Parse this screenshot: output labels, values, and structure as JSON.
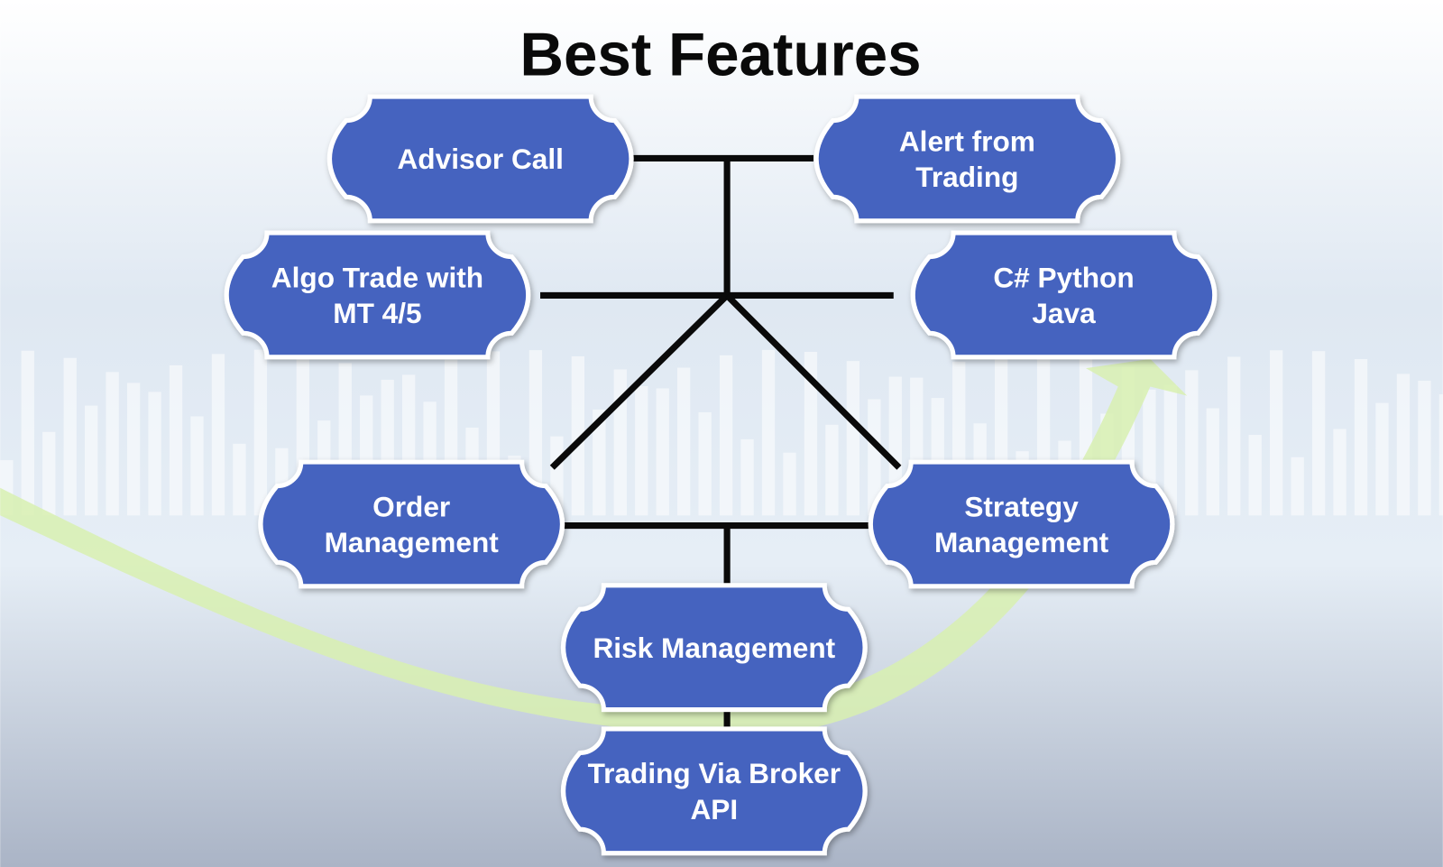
{
  "title": "Best Features",
  "colors": {
    "node_fill": "#4563bf",
    "node_border": "#ffffff",
    "connector": "#0a0a0a",
    "arrow": "#d8f0b0"
  },
  "nodes": [
    {
      "id": "advisor-call",
      "lines": [
        "Advisor Call"
      ]
    },
    {
      "id": "alert-from-trading",
      "lines": [
        "Alert from",
        "Trading"
      ]
    },
    {
      "id": "algo-trade",
      "lines": [
        "Algo Trade with",
        "MT 4/5"
      ]
    },
    {
      "id": "languages",
      "lines": [
        "C# Python",
        "Java"
      ]
    },
    {
      "id": "order-management",
      "lines": [
        "Order",
        "Management"
      ]
    },
    {
      "id": "strategy-management",
      "lines": [
        "Strategy",
        "Management"
      ]
    },
    {
      "id": "risk-management",
      "lines": [
        "Risk Management"
      ]
    },
    {
      "id": "trading-via-broker-api",
      "lines": [
        "Trading Via Broker",
        "API"
      ]
    }
  ]
}
